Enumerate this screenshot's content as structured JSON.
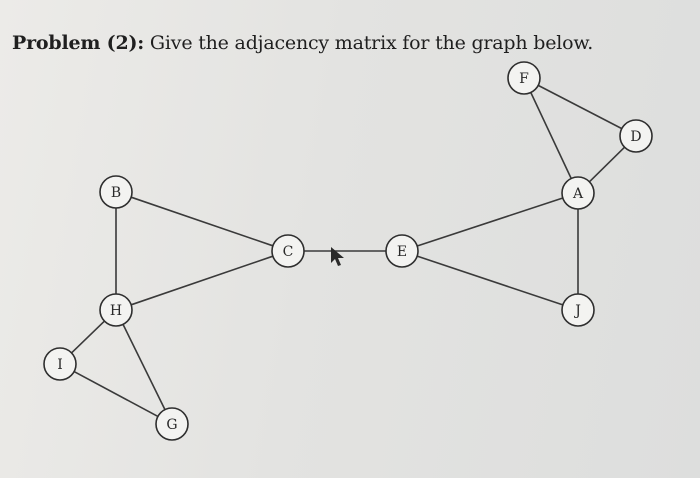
{
  "problem": {
    "label": "Problem (2):",
    "text": " Give the adjacency matrix for the graph below."
  },
  "graph": {
    "nodes": [
      "F",
      "D",
      "B",
      "A",
      "C",
      "E",
      "H",
      "J",
      "I",
      "G"
    ],
    "edges": [
      [
        "F",
        "D"
      ],
      [
        "F",
        "A"
      ],
      [
        "D",
        "A"
      ],
      [
        "A",
        "E"
      ],
      [
        "A",
        "J"
      ],
      [
        "E",
        "J"
      ],
      [
        "C",
        "E"
      ],
      [
        "B",
        "C"
      ],
      [
        "B",
        "H"
      ],
      [
        "H",
        "C"
      ],
      [
        "H",
        "I"
      ],
      [
        "H",
        "G"
      ],
      [
        "I",
        "G"
      ]
    ]
  }
}
